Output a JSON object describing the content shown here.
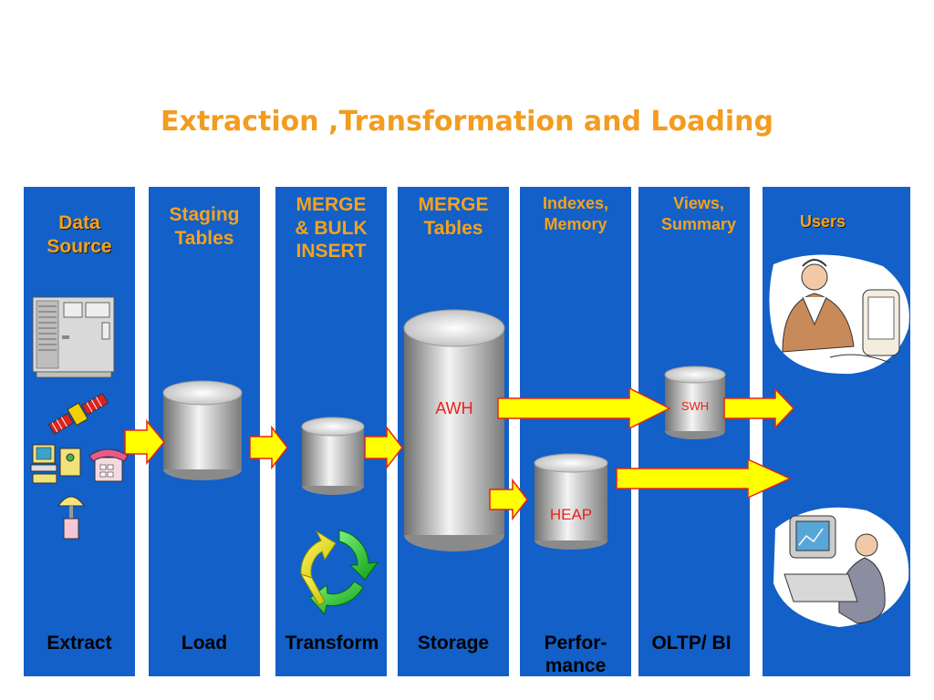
{
  "title": "Extraction ,Transformation and Loading",
  "columns": [
    {
      "header": "Data Source",
      "header_lines": [
        "Data",
        "Source"
      ],
      "footer": "Extract"
    },
    {
      "header": "Staging Tables",
      "header_lines": [
        "Staging",
        "Tables"
      ],
      "footer": "Load"
    },
    {
      "header": "MERGE & BULK INSERT",
      "header_lines": [
        "MERGE",
        "& BULK",
        "INSERT"
      ],
      "footer": "Transform"
    },
    {
      "header": "MERGE Tables",
      "header_lines": [
        "MERGE",
        "Tables"
      ],
      "footer": "Storage"
    },
    {
      "header": "Indexes, Memory",
      "header_lines": [
        "Indexes,",
        "Memory"
      ],
      "footer_lines": [
        "Perfor-",
        "mance"
      ]
    },
    {
      "header": "Views, Summary",
      "header_lines": [
        "Views,",
        "Summary"
      ],
      "footer": "OLTP/ BI"
    },
    {
      "header": "Users",
      "header_lines": [
        "Users"
      ],
      "footer": ""
    }
  ],
  "cylinders": {
    "awh": "AWH",
    "heap": "HEAP",
    "swh": "SWH"
  },
  "colors": {
    "title": "#f39c1f",
    "column_bg": "#1260c8",
    "header_text": "#f5a21c",
    "arrow_fill": "#ffff00",
    "arrow_stroke": "#e8221a",
    "cylinder_label": "#e8221a"
  },
  "icons": [
    "server-icon",
    "satellite-icon",
    "computer-icon",
    "telephone-icon",
    "lamp-icon",
    "recycle-arrows-icon",
    "user-at-desk-icon",
    "user-at-terminal-icon"
  ]
}
